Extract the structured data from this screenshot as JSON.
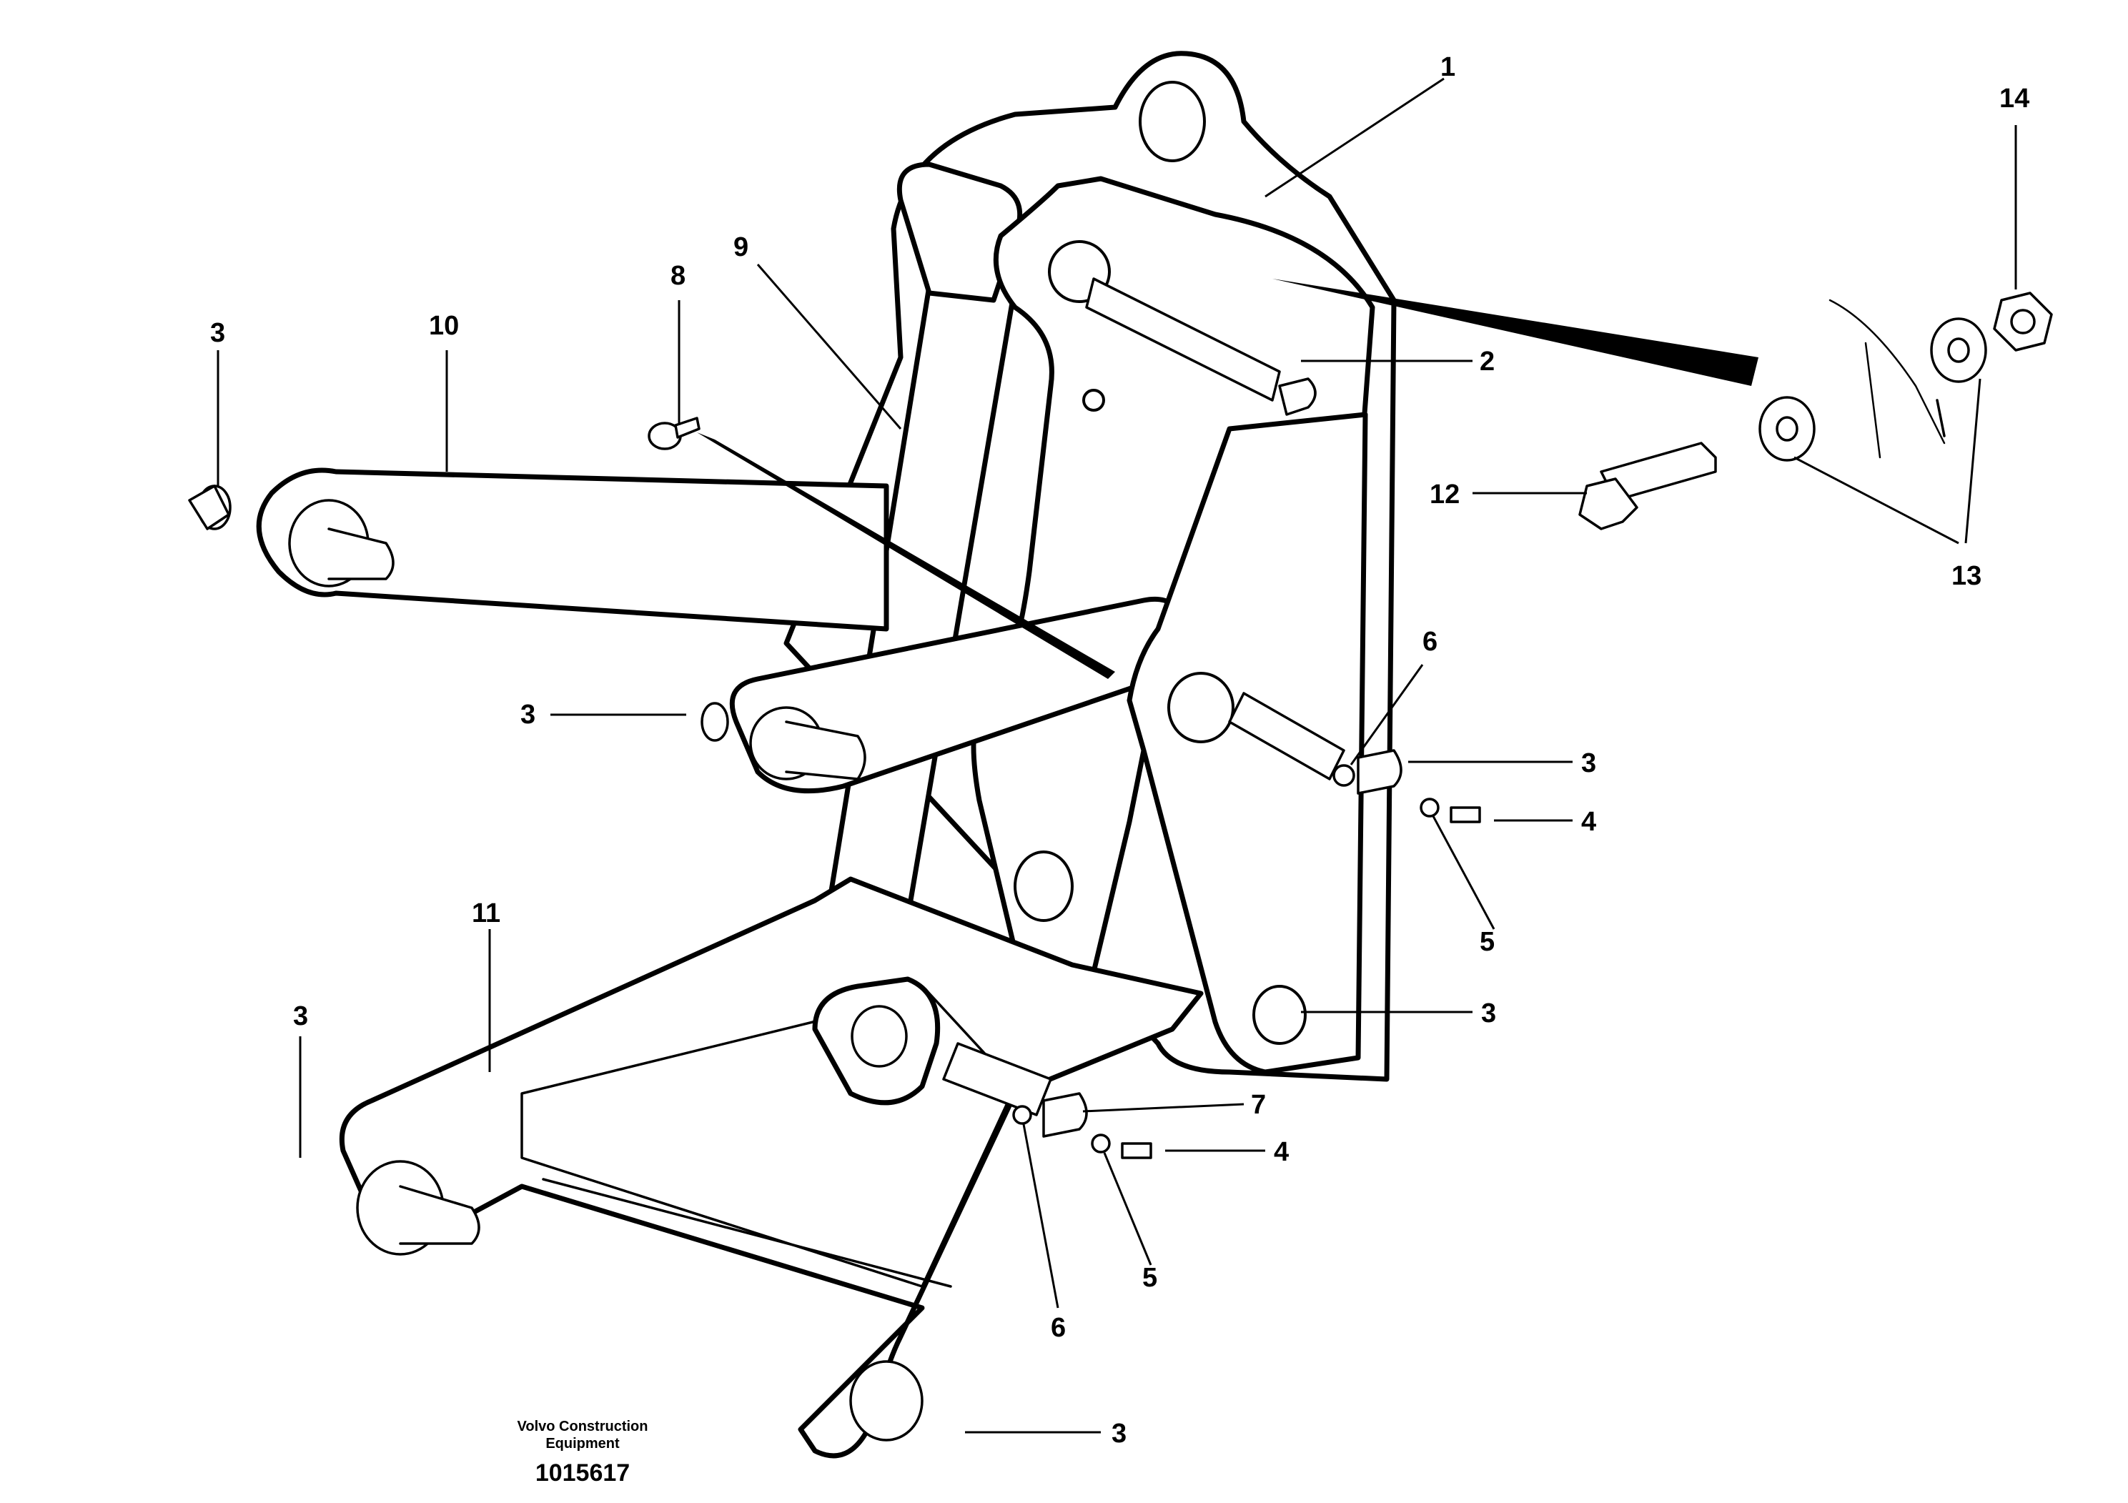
{
  "callouts": [
    {
      "id": "c1",
      "text": "1"
    },
    {
      "id": "c2",
      "text": "2"
    },
    {
      "id": "c3a",
      "text": "3"
    },
    {
      "id": "c3b",
      "text": "3"
    },
    {
      "id": "c3c",
      "text": "3"
    },
    {
      "id": "c3d",
      "text": "3"
    },
    {
      "id": "c3e",
      "text": "3"
    },
    {
      "id": "c3f",
      "text": "3"
    },
    {
      "id": "c4a",
      "text": "4"
    },
    {
      "id": "c4b",
      "text": "4"
    },
    {
      "id": "c5a",
      "text": "5"
    },
    {
      "id": "c5b",
      "text": "5"
    },
    {
      "id": "c6a",
      "text": "6"
    },
    {
      "id": "c6b",
      "text": "6"
    },
    {
      "id": "c7",
      "text": "7"
    },
    {
      "id": "c8",
      "text": "8"
    },
    {
      "id": "c9",
      "text": "9"
    },
    {
      "id": "c10",
      "text": "10"
    },
    {
      "id": "c11",
      "text": "11"
    },
    {
      "id": "c12",
      "text": "12"
    },
    {
      "id": "c13",
      "text": "13"
    },
    {
      "id": "c14",
      "text": "14"
    }
  ],
  "footer": {
    "brand_line1": "Volvo Construction",
    "brand_line2": "Equipment",
    "drawing_number": "1015617"
  }
}
